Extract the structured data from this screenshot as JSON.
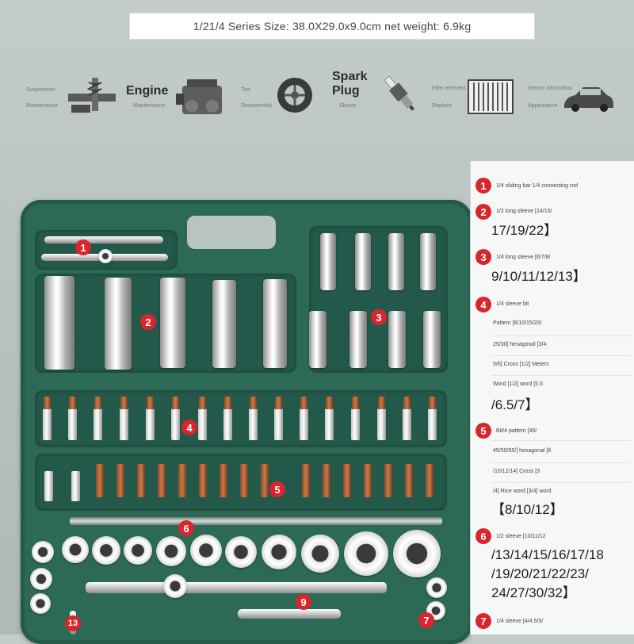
{
  "banner": {
    "text": "1/21/4 Series Size: 38.0X29.0x9.0cm net weight: 6.9kg"
  },
  "uses": {
    "suspension": "Suspension",
    "maintenance": "Maintenance",
    "engine": "Engine",
    "engine_maintenance": "Maintenance",
    "tire": "Tire",
    "disassembly": "Disassembly",
    "spark_plug": "Spark Plug",
    "sleeve": "Sleeve",
    "filter_element": "Filter element",
    "replace": "Replace",
    "interior_decoration": "Interior decoration",
    "appearance": "Appearance"
  },
  "case_labels": [
    "1",
    "2",
    "3",
    "4",
    "5",
    "6",
    "9",
    "13",
    "7"
  ],
  "panel": {
    "item1": {
      "num": "1",
      "text": "1/4 sliding bar 1/4 connecting rod"
    },
    "item2": {
      "num": "2",
      "text": "1/2 long sleeve [14/15/",
      "big": "17/19/22】"
    },
    "item3": {
      "num": "3",
      "text": "1/4 long sleeve [6/7/8/",
      "big": "9/10/11/12/13】"
    },
    "item4": {
      "num": "4",
      "lines": [
        "1/4 sleeve bit",
        "Pattern [8/10/15/20/",
        "25/30] hexagonal [3/4",
        "5/6] Cross [1/2] Meters",
        "Word [1/2] word [5.5"
      ],
      "big": "/6.5/7】"
    },
    "item5": {
      "num": "5",
      "lines": [
        "Bit/4 pattern [40/",
        "45/50/55/] hexagonal [8",
        "/10/12/14] Cross [3",
        "/4] Rice word [3/4] word"
      ],
      "big": "【8/10/12】"
    },
    "item6": {
      "num": "6",
      "text": "1/2 sleeve [10/11/12",
      "big_lines": [
        "/13/14/15/16/17/18",
        "/19/20/21/22/23/",
        "24/27/30/32】"
      ]
    },
    "item7": {
      "num": "7",
      "text": "1/4 sleeve [4/4.5/5/"
    }
  },
  "colors": {
    "case_green": "#2c6a55",
    "badge_red": "#d8262c",
    "chrome": "#e8e8e8"
  }
}
